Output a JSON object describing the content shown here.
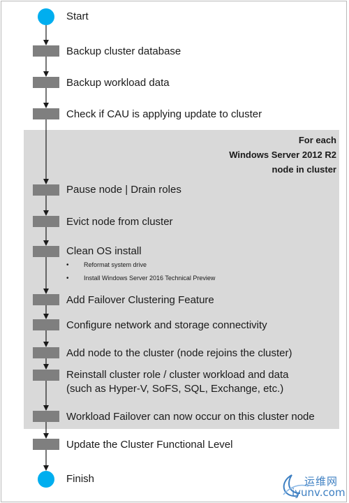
{
  "diagram": {
    "start_label": "Start",
    "finish_label": "Finish",
    "panel_title": [
      "For each",
      "Windows Server 2012 R2",
      "node in cluster"
    ],
    "steps": [
      "Backup cluster database",
      "Backup workload data",
      "Check if CAU is applying update to cluster",
      "Pause node | Drain roles",
      "Evict node from cluster",
      "Clean OS install",
      "Add Failover Clustering Feature",
      "Configure network and storage connectivity",
      "Add node to the cluster (node rejoins the cluster)",
      "Reinstall cluster role / cluster workload and data",
      "Workload Failover can now occur on this cluster node",
      "Update the Cluster Functional Level"
    ],
    "step_9_line_2": "(such as Hyper-V, SoFS, SQL, Exchange, etc.)",
    "clean_install_bullets": [
      "Reformat system drive",
      "Install Windows Server 2016 Technical Preview"
    ],
    "colors": {
      "terminal": "#00aeef",
      "step_box": "#7f7f7f",
      "panel": "#d9d9d9",
      "arrow": "#1a1a1a"
    }
  },
  "watermark": {
    "text_cn": "运维网",
    "text_en": "iyunv.com"
  }
}
